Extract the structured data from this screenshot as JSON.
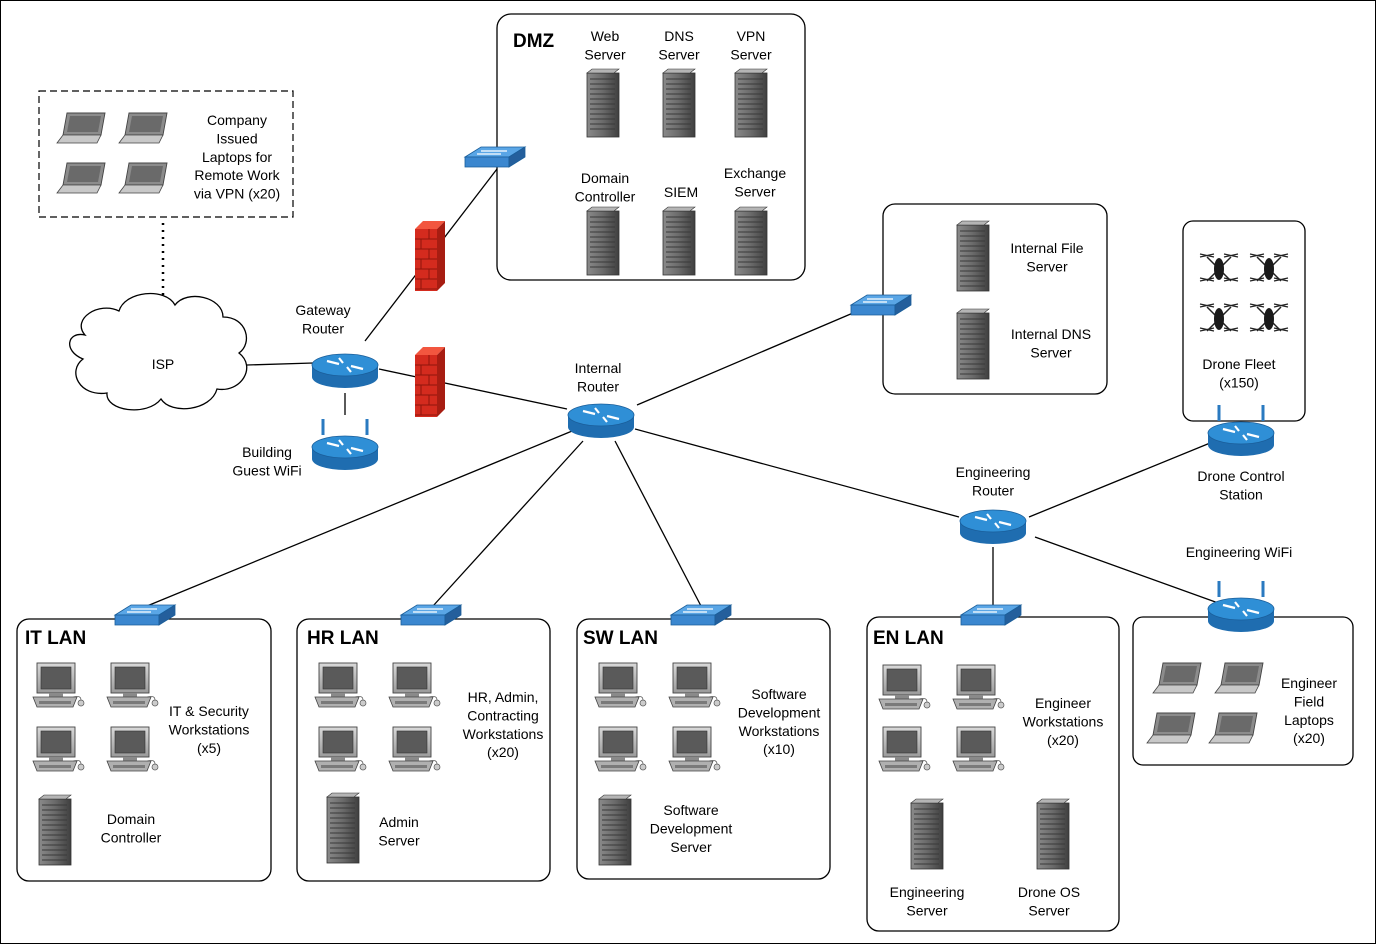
{
  "colors": {
    "router": "#2f8fd6",
    "switch": "#3b87cf",
    "firewall": "#d42b1e",
    "server": "#6d6d6d"
  },
  "zones": {
    "dmz": {
      "title": "DMZ"
    },
    "it": {
      "title": "IT LAN"
    },
    "hr": {
      "title": "HR LAN"
    },
    "sw": {
      "title": "SW LAN"
    },
    "en": {
      "title": "EN LAN"
    }
  },
  "labels": {
    "remote": [
      "Company",
      "Issued",
      "Laptops for",
      "Remote Work",
      "via VPN (x20)"
    ],
    "isp": [
      "ISP"
    ],
    "gateway_router": [
      "Gateway",
      "Router"
    ],
    "guest_wifi": [
      "Building",
      "Guest WiFi"
    ],
    "internal_router": [
      "Internal",
      "Router"
    ],
    "web_server": [
      "Web",
      "Server"
    ],
    "dns_server": [
      "DNS",
      "Server"
    ],
    "vpn_server": [
      "VPN",
      "Server"
    ],
    "dmz_dc": [
      "Domain",
      "Controller"
    ],
    "siem": [
      "SIEM"
    ],
    "exchange": [
      "Exchange",
      "Server"
    ],
    "internal_file": [
      "Internal File",
      "Server"
    ],
    "internal_dns": [
      "Internal DNS",
      "Server"
    ],
    "drone_fleet": [
      "Drone Fleet",
      "(x150)"
    ],
    "drone_control": [
      "Drone Control",
      "Station"
    ],
    "eng_router": [
      "Engineering",
      "Router"
    ],
    "eng_wifi": [
      "Engineering WiFi"
    ],
    "it_ws": [
      "IT & Security",
      "Workstations",
      "(x5)"
    ],
    "it_dc": [
      "Domain",
      "Controller"
    ],
    "hr_ws": [
      "HR, Admin,",
      "Contracting",
      "Workstations",
      "(x20)"
    ],
    "admin_server": [
      "Admin",
      "Server"
    ],
    "sw_ws": [
      "Software",
      "Development",
      "Workstations",
      "(x10)"
    ],
    "sw_server": [
      "Software",
      "Development",
      "Server"
    ],
    "en_ws": [
      "Engineer",
      "Workstations",
      "(x20)"
    ],
    "eng_server": [
      "Engineering",
      "Server"
    ],
    "droneos_server": [
      "Drone OS",
      "Server"
    ],
    "field_laptops": [
      "Engineer",
      "Field",
      "Laptops",
      "(x20)"
    ]
  }
}
